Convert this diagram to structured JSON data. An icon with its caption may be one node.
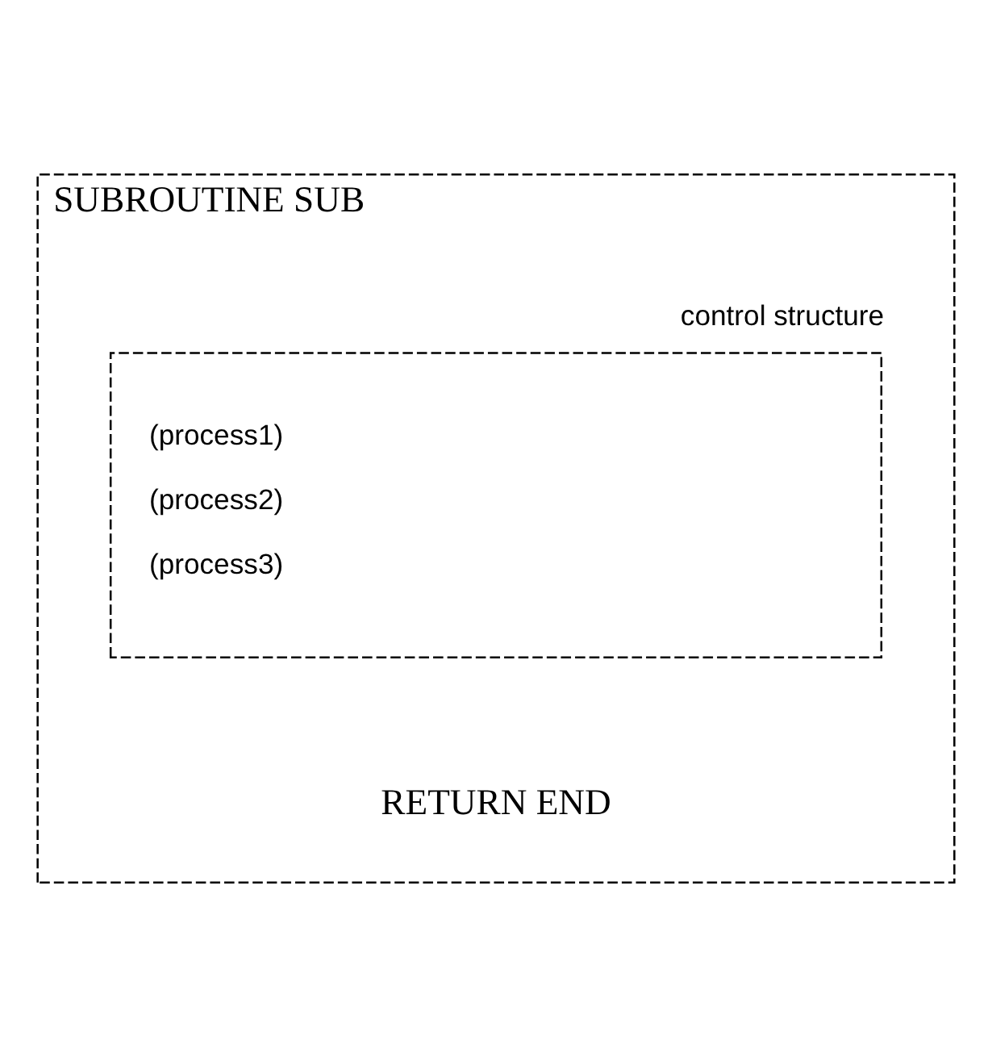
{
  "diagram": {
    "nodes": [
      {
        "text": [
          "SUBROUTINE SUB",
          "RETURN END"
        ]
      },
      {
        "text": [
          "control structure",
          "(process1)",
          "(process2)",
          "(process3)"
        ],
        "in": 0
      }
    ]
  }
}
